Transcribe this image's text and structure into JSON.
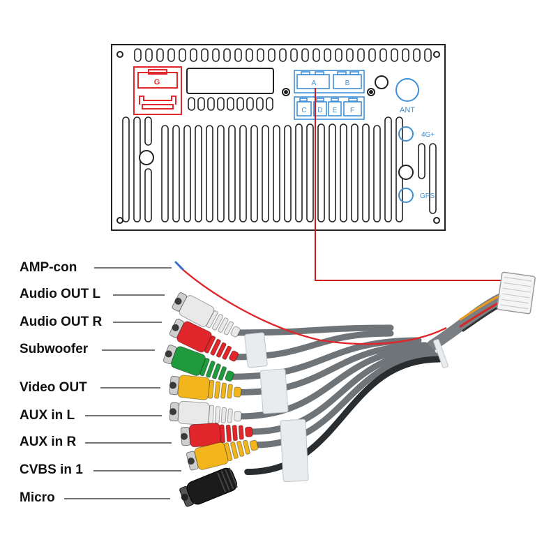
{
  "panel": {
    "connectors": {
      "g": "G",
      "a": "A",
      "b": "B",
      "c": "C",
      "d": "D",
      "e": "E",
      "f": "F"
    },
    "ports": {
      "ant": "ANT",
      "lte": "4G+",
      "gps": "GPS"
    }
  },
  "cables": [
    {
      "label": "AMP-con",
      "plug": "wire"
    },
    {
      "label": "Audio OUT L",
      "plug": "rca-white"
    },
    {
      "label": "Audio OUT R",
      "plug": "rca-red"
    },
    {
      "label": "Subwoofer",
      "plug": "rca-green"
    },
    {
      "label": "Video OUT",
      "plug": "rca-yellow"
    },
    {
      "label": "AUX in L",
      "plug": "rca-white"
    },
    {
      "label": "AUX in R",
      "plug": "rca-red"
    },
    {
      "label": "CVBS in 1",
      "plug": "rca-yellow"
    },
    {
      "label": "Micro",
      "plug": "3.5mm-jack-black"
    }
  ],
  "colors": {
    "highlight_g": "#e2262b",
    "highlight_ad": "#3f8fd6",
    "lead_line": "#d01818",
    "rca-white": "#e9e9e9",
    "rca-red": "#e0262b",
    "rca-green": "#1f9a3c",
    "rca-yellow": "#f2b51c",
    "jack": "#1b1b1b",
    "cable": "#6f7478"
  }
}
